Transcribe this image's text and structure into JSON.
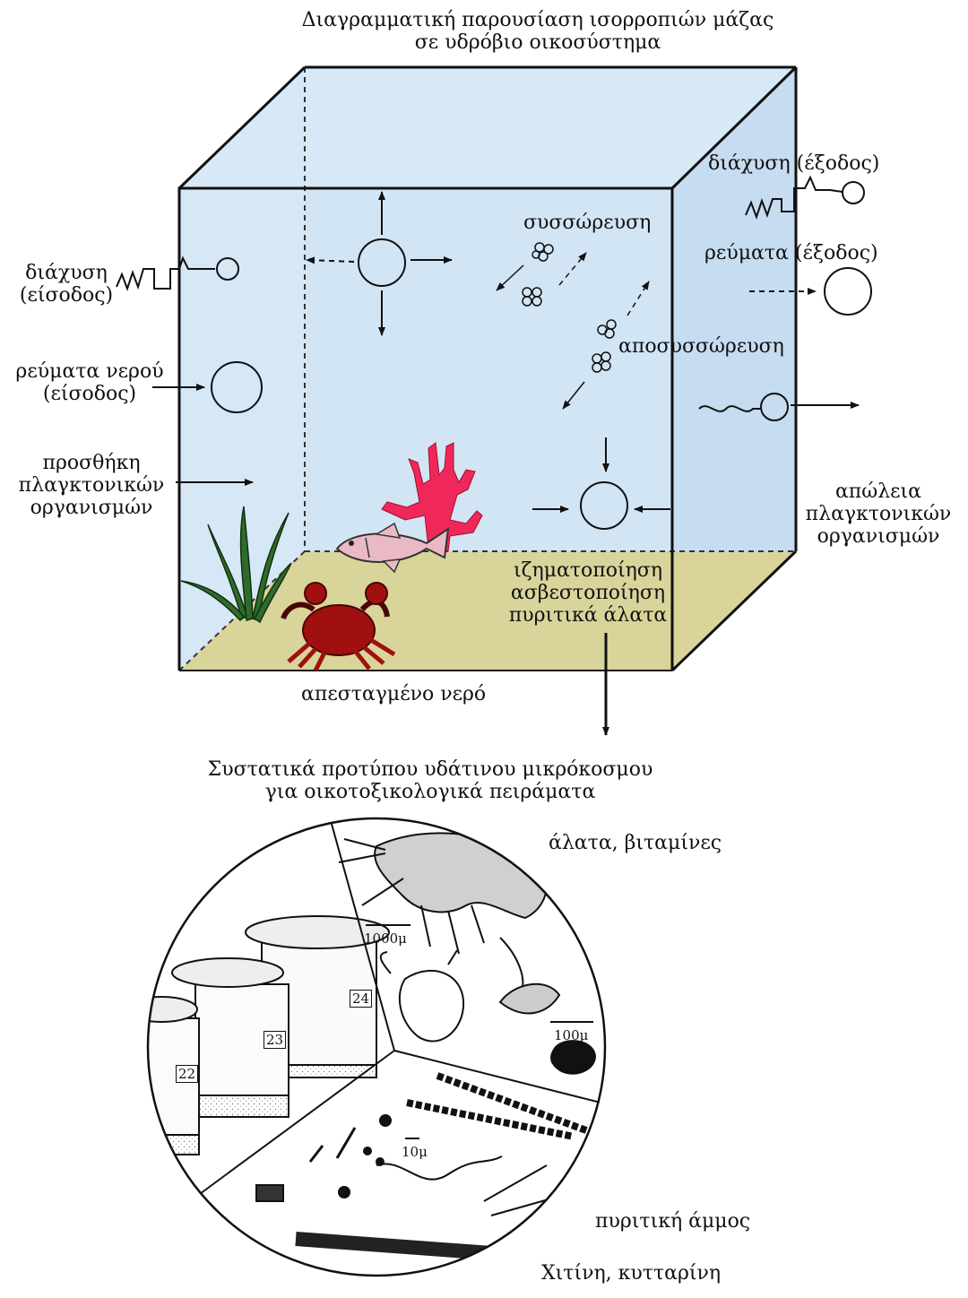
{
  "top_title": {
    "line1": "Διαγραμματική παρουσίαση ισορροπιών μάζας",
    "line2": "σε υδρόβιο οικοσύστημα"
  },
  "tank": {
    "colors": {
      "water": "#cfe3f5",
      "floor": "#d9d49a",
      "coral": "#f0285a",
      "crab": "#a01010",
      "weed": "#2f6b2a"
    },
    "labels": {
      "diffusion_in_1": "διάχυση",
      "diffusion_in_2": "(είσοδος)",
      "currents_in_1": "ρεύματα νερού",
      "currents_in_2": "(είσοδος)",
      "plankton_add_1": "προσθήκη",
      "plankton_add_2": "πλαγκτονικών",
      "plankton_add_3": "οργανισμών",
      "diffusion_out": "διάχυση (έξοδος)",
      "currents_out": "ρεύματα (έξοδος)",
      "aggregation": "συσσώρευση",
      "disaggregation": "αποσυσσώρευση",
      "plankton_loss_1": "απώλεια",
      "plankton_loss_2": "πλαγκτονικών",
      "plankton_loss_3": "οργανισμών",
      "sediment_1": "ιζηματοποίηση",
      "sediment_2": "ασβεστοποίηση",
      "sediment_3": "πυριτικά άλατα",
      "distilled_water": "απεσταγμένο νερό"
    }
  },
  "micro_title": {
    "line1": "Συστατικά προτύπου υδάτινου μικρόκοσμου",
    "line2": "για οικοτοξικολογικά πειράματα"
  },
  "micro": {
    "labels": {
      "salts": "άλατα, βιταμίνες",
      "silica_sand": "πυριτική άμμος",
      "chitin": "Χιτίνη, κυτταρίνη"
    },
    "jar_numbers": [
      "22",
      "23",
      "24"
    ],
    "scale_bars": [
      "1000μ",
      "100μ",
      "10μ"
    ]
  }
}
